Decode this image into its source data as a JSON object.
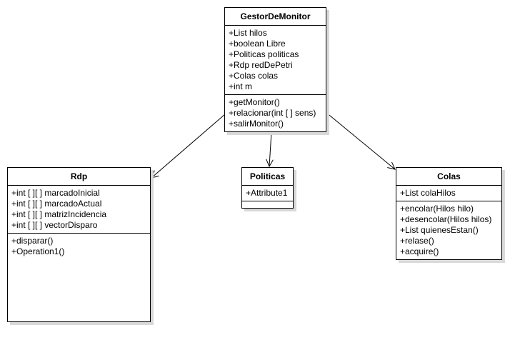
{
  "classes": {
    "gestor": {
      "name": "GestorDeMonitor",
      "attributes": [
        "+List hilos",
        "+boolean Libre",
        "+Politicas politicas",
        "+Rdp redDePetri",
        "+Colas colas",
        "+int m"
      ],
      "operations": [
        "+getMonitor()",
        "+relacionar(int [ ] sens)",
        "+salirMonitor()"
      ]
    },
    "rdp": {
      "name": "Rdp",
      "attributes": [
        "+int [ ][ ] marcadoInicial",
        "+int [ ][ ] marcadoActual",
        "+int [ ][ ] matrizIncidencia",
        "+int [ ][ ] vectorDisparo"
      ],
      "operations": [
        "+disparar()",
        "+Operation1()"
      ]
    },
    "politicas": {
      "name": "Politicas",
      "attributes": [
        "+Attribute1"
      ],
      "operations": []
    },
    "colas": {
      "name": "Colas",
      "attributes": [
        "+List colaHilos"
      ],
      "operations": [
        "+encolar(Hilos hilo)",
        "+desencolar(Hilos hilos)",
        "+List quienesEstan()",
        "+relase()",
        "+acquire()"
      ]
    }
  },
  "colors": {
    "line": "#000000",
    "shadow": "#d9d9d9",
    "background": "#ffffff"
  }
}
